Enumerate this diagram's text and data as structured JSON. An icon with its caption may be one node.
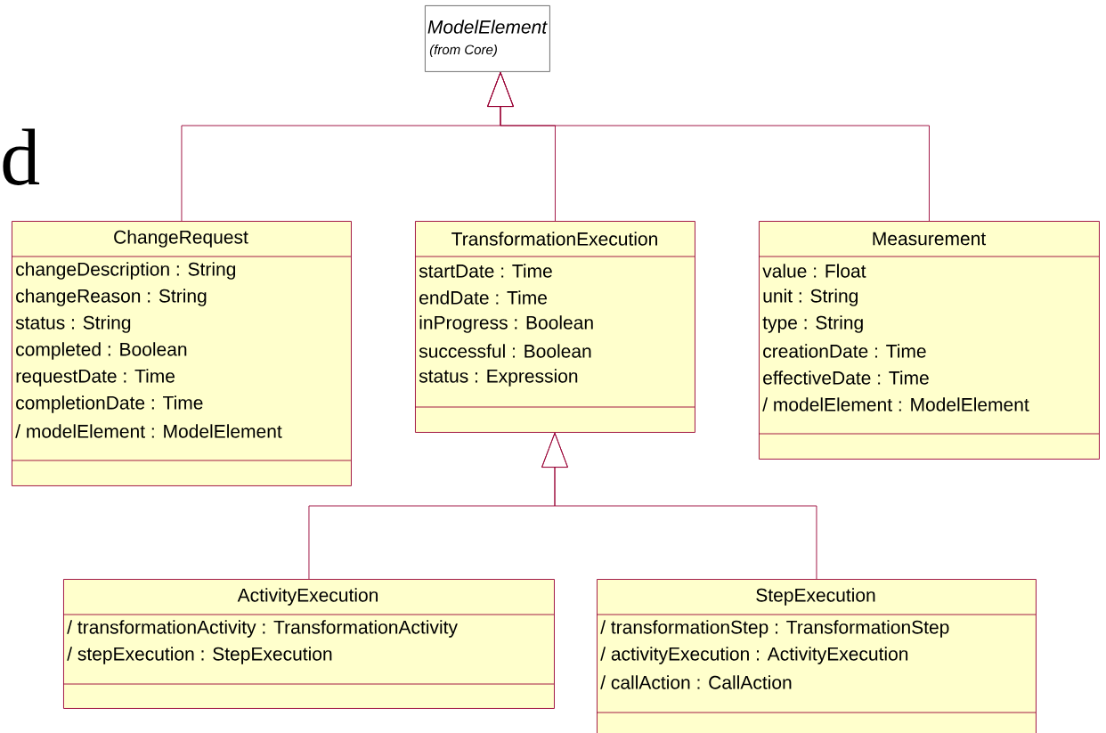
{
  "diagram": {
    "nodes": [
      {
        "text": [
          "ModelElement",
          "(from Core)"
        ]
      },
      {
        "text": [
          "ChangeRequest",
          "changeDescription : String",
          "changeReason : String",
          "status : String",
          "completed : Boolean",
          "requestDate : Time",
          "completionDate : Time",
          "/ modelElement : ModelElement"
        ]
      },
      {
        "text": [
          "TransformationExecution",
          "startDate : Time",
          "endDate : Time",
          "inProgress : Boolean",
          "successful : Boolean",
          "status : Expression"
        ]
      },
      {
        "text": [
          "Measurement",
          "value : Float",
          "unit : String",
          "type : String",
          "creationDate : Time",
          "effectiveDate : Time",
          "/ modelElement : ModelElement"
        ]
      },
      {
        "text": [
          "ActivityExecution",
          "/ transformationActivity : TransformationActivity",
          "/ stepExecution : StepExecution"
        ]
      },
      {
        "text": [
          "StepExecution",
          "/ transformationStep : TransformationStep",
          "/ activityExecution : ActivityExecution",
          "/ callAction : CallAction"
        ]
      }
    ],
    "edges": [
      {
        "from": 1,
        "to": 0,
        "arrow": "to"
      },
      {
        "from": 2,
        "to": 0,
        "arrow": "to"
      },
      {
        "from": 3,
        "to": 0,
        "arrow": "to"
      },
      {
        "from": 4,
        "to": 2,
        "arrow": "to"
      },
      {
        "from": 5,
        "to": 2,
        "arrow": "to"
      }
    ],
    "labels": [
      "d"
    ]
  }
}
